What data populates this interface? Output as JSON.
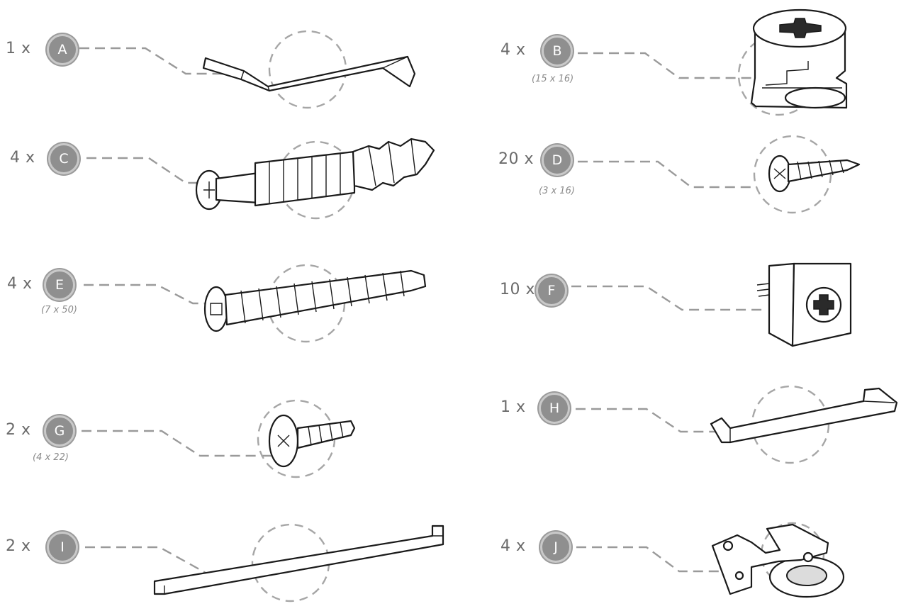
{
  "hardware_list": [
    {
      "letter": "A",
      "quantity": "1 x",
      "dimension": "",
      "icon": "hex-key-icon"
    },
    {
      "letter": "B",
      "quantity": "4 x",
      "dimension": "(15 x 16)",
      "icon": "cam-lock-icon"
    },
    {
      "letter": "C",
      "quantity": "4 x",
      "dimension": "",
      "icon": "cam-dowel-icon"
    },
    {
      "letter": "D",
      "quantity": "20 x",
      "dimension": "(3 x 16)",
      "icon": "wood-screw-icon"
    },
    {
      "letter": "E",
      "quantity": "4 x",
      "dimension": "(7 x 50)",
      "icon": "confirmat-screw-icon"
    },
    {
      "letter": "F",
      "quantity": "10 x",
      "dimension": "",
      "icon": "corner-bracket-icon"
    },
    {
      "letter": "G",
      "quantity": "2 x",
      "dimension": "(4 x 22)",
      "icon": "machine-bolt-icon"
    },
    {
      "letter": "H",
      "quantity": "1 x",
      "dimension": "",
      "icon": "handle-icon"
    },
    {
      "letter": "I",
      "quantity": "2 x",
      "dimension": "",
      "icon": "support-rail-icon"
    },
    {
      "letter": "J",
      "quantity": "4 x",
      "dimension": "",
      "icon": "hinge-icon"
    }
  ],
  "colors": {
    "badge": "#8f8f8f",
    "badge_ring": "#c9c9c9",
    "line_art": "#1a1a1a",
    "leader": "#9a9a9a"
  }
}
